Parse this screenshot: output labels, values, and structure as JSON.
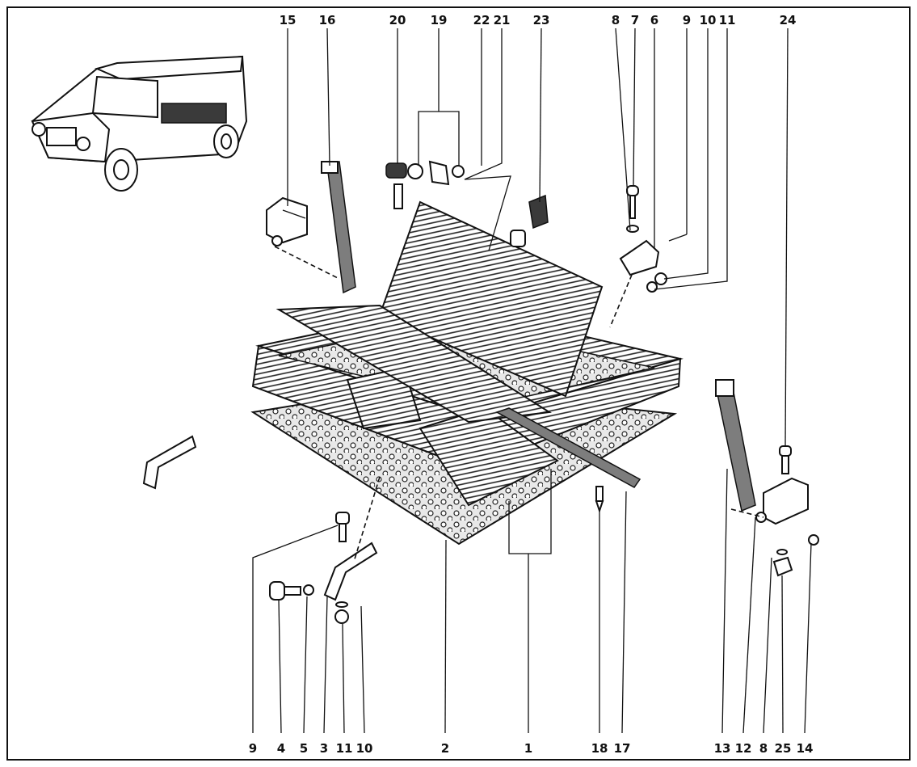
{
  "callouts": {
    "top": {
      "c15": "15",
      "c16": "16",
      "c20": "20",
      "c19": "19",
      "c22": "22",
      "c21": "21",
      "c23": "23",
      "c8": "8",
      "c7": "7",
      "c6": "6",
      "c9": "9",
      "c10": "10",
      "c11": "11",
      "c24": "24"
    },
    "bottom": {
      "c9": "9",
      "c4": "4",
      "c5": "5",
      "c3": "3",
      "c11": "11",
      "c10": "10",
      "c2": "2",
      "c1": "1",
      "c18": "18",
      "c17": "17",
      "c13": "13",
      "c12": "12",
      "c8": "8",
      "c25": "25",
      "c14": "14"
    }
  },
  "colors": {
    "ink": "#111111",
    "paper": "#ffffff",
    "shade": "#3a3a3a"
  }
}
